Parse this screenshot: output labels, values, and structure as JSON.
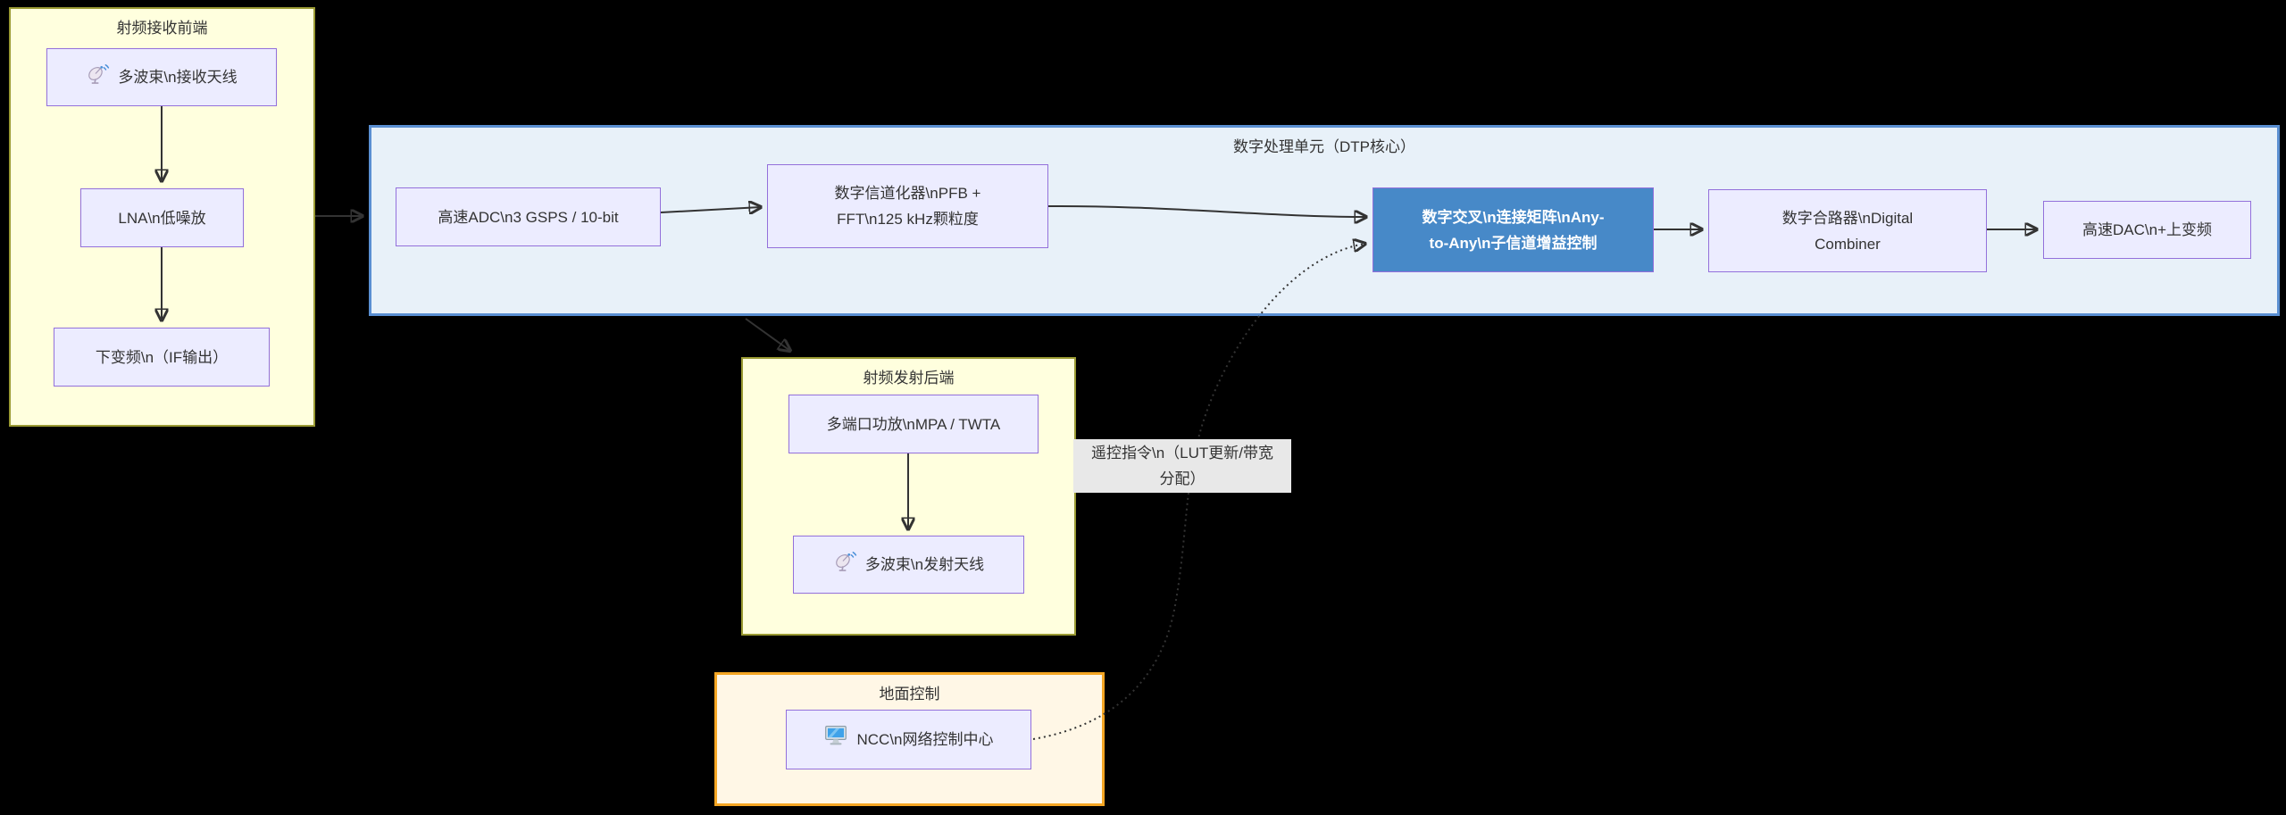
{
  "diagram": {
    "type": "flowchart",
    "subgraphs": {
      "rf_rx": {
        "title": "射频接收前端"
      },
      "dtp": {
        "title": "数字处理单元（DTP核心）"
      },
      "rf_tx": {
        "title": "射频发射后端"
      },
      "ground": {
        "title": "地面控制"
      }
    },
    "nodes": {
      "rx_antenna": {
        "label": "多波束\\n接收天线",
        "icon": "satellite-antenna-icon"
      },
      "lna": {
        "label": "LNA\\n低噪放"
      },
      "downconverter": {
        "label": "下变频\\n（IF输出）"
      },
      "adc": {
        "label": "高速ADC\\n3 GSPS / 10-bit"
      },
      "channelizer": {
        "label": "数字信道化器\\nPFB +\nFFT\\n125 kHz颗粒度"
      },
      "crossbar": {
        "label": "数字交叉\\n连接矩阵\\nAny-\nto-Any\\n子信道增益控制",
        "highlighted": true
      },
      "combiner": {
        "label": "数字合路器\\nDigital\nCombiner"
      },
      "dac": {
        "label": "高速DAC\\n+上变频"
      },
      "mpa": {
        "label": "多端口功放\\nMPA / TWTA"
      },
      "tx_antenna": {
        "label": "多波束\\n发射天线",
        "icon": "satellite-antenna-icon"
      },
      "ncc": {
        "label": "NCC\\n网络控制中心",
        "icon": "desktop-computer-icon"
      }
    },
    "edge_labels": {
      "telecommand": "遥控指令\\n（LUT更新/带宽\n分配）"
    },
    "colors": {
      "background": "#000000",
      "node_fill": "#ECECFF",
      "node_border": "#9370DB",
      "highlight_fill": "#4789C8",
      "highlight_text": "#FFFFFF",
      "dtp_fill": "#E8F1F9",
      "dtp_border": "#5A8FD2",
      "rf_fill": "#FFFFDE",
      "rf_border": "#9A9A33",
      "ground_fill": "#FFF7E6",
      "ground_border": "#F5A623",
      "edge": "#333333",
      "edge_label_bg": "#E8E8E8"
    }
  }
}
